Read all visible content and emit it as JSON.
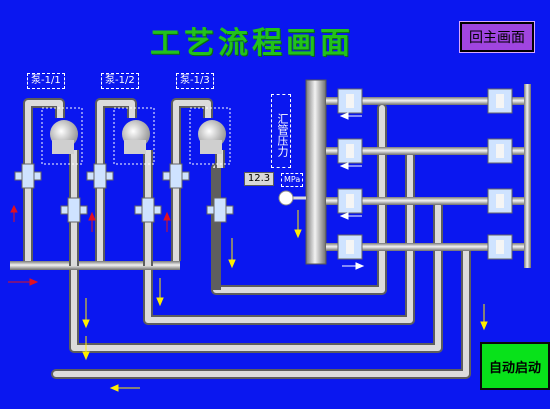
{
  "title": "工艺流程画面",
  "home_button": "回主画面",
  "auto_start_button": "自动启动",
  "pumps": [
    {
      "label": "泵-1/1"
    },
    {
      "label": "泵-1/2"
    },
    {
      "label": "泵-1/3"
    }
  ],
  "header_pressure_label": "汇管压力",
  "pressure_value": "12.3",
  "pressure_unit": "MPa",
  "colors": {
    "background": "#0a17f0",
    "title": "#22c21c",
    "home_button": "#a045e0",
    "auto_button": "#08e21a",
    "pipe": "#c8c8c8",
    "flow_arrow_yellow": "#ffee00",
    "flow_arrow_red": "#e01020",
    "flow_arrow_white": "#ffffff"
  }
}
